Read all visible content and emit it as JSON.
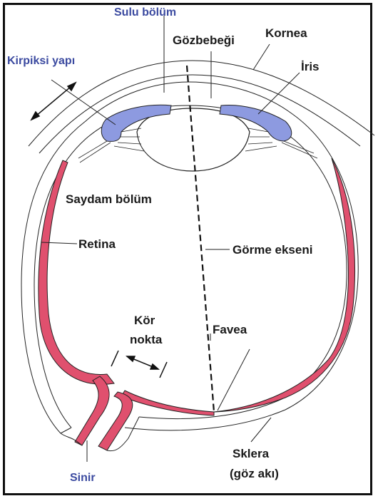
{
  "colors": {
    "retina": "#e0506e",
    "iris": "#8d9ae0",
    "outline": "#222222",
    "blue_label": "#3b4aa0"
  },
  "labels": {
    "sulu_bolum": "Sulu bölüm",
    "gozbebegi": "Gözbebeği",
    "kornea": "Kornea",
    "iris": "İris",
    "kirpiksi_yapi": "Kirpiksi yapı",
    "saydam_bolum": "Saydam bölüm",
    "retina": "Retina",
    "gorme_ekseni": "Görme ekseni",
    "kor": "Kör",
    "nokta": "nokta",
    "favea": "Favea",
    "sinir": "Sinir",
    "sklera": "Sklera",
    "goz_aki": "(göz akı)"
  }
}
